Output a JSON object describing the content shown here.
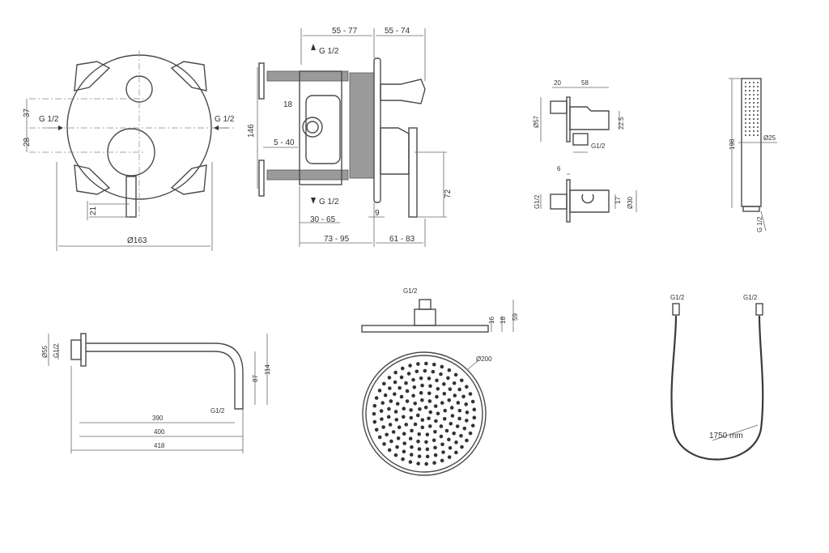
{
  "mixer_front": {
    "inlet_left": "G 1/2",
    "inlet_right": "G 1/2",
    "dim_upper": "37",
    "dim_lower": "28",
    "dim_lever": "21",
    "dim_diameter": "Ø163"
  },
  "mixer_side": {
    "dim_top_left": "55 - 77",
    "dim_top_right": "55 - 74",
    "outlet_top": "G 1/2",
    "dim_18": "18",
    "dim_height": "146",
    "dim_depth_range": "5 - 40",
    "outlet_bottom": "G 1/2",
    "dim_body": "30 - 65",
    "dim_plate": "9",
    "dim_lever_height": "72",
    "dim_bottom_left": "73 - 95",
    "dim_bottom_right": "61 - 83"
  },
  "wall_outlet": {
    "dim_20": "20",
    "dim_58": "58",
    "dim_d57": "Ø57",
    "dim_22_5": "22.5",
    "thread": "G1/2",
    "dim_6": "6",
    "thread_side": "G1/2",
    "dim_17": "17",
    "dim_d30": "Ø30"
  },
  "hand_shower": {
    "dim_length": "198",
    "dim_diameter": "Ø25",
    "thread": "G 1/2"
  },
  "shower_arm": {
    "dim_d55": "Ø55",
    "thread_left": "G1/2",
    "dim_87": "87",
    "dim_114": "114",
    "dim_390": "390",
    "thread_end": "G1/2",
    "dim_400": "400",
    "dim_418": "418"
  },
  "shower_head": {
    "thread": "G1/2",
    "dim_16": "16",
    "dim_18": "18",
    "dim_59": "59",
    "dim_diameter": "Ø200"
  },
  "hose": {
    "thread_left": "G1/2",
    "thread_right": "G1/2",
    "length": "1750 mm"
  }
}
